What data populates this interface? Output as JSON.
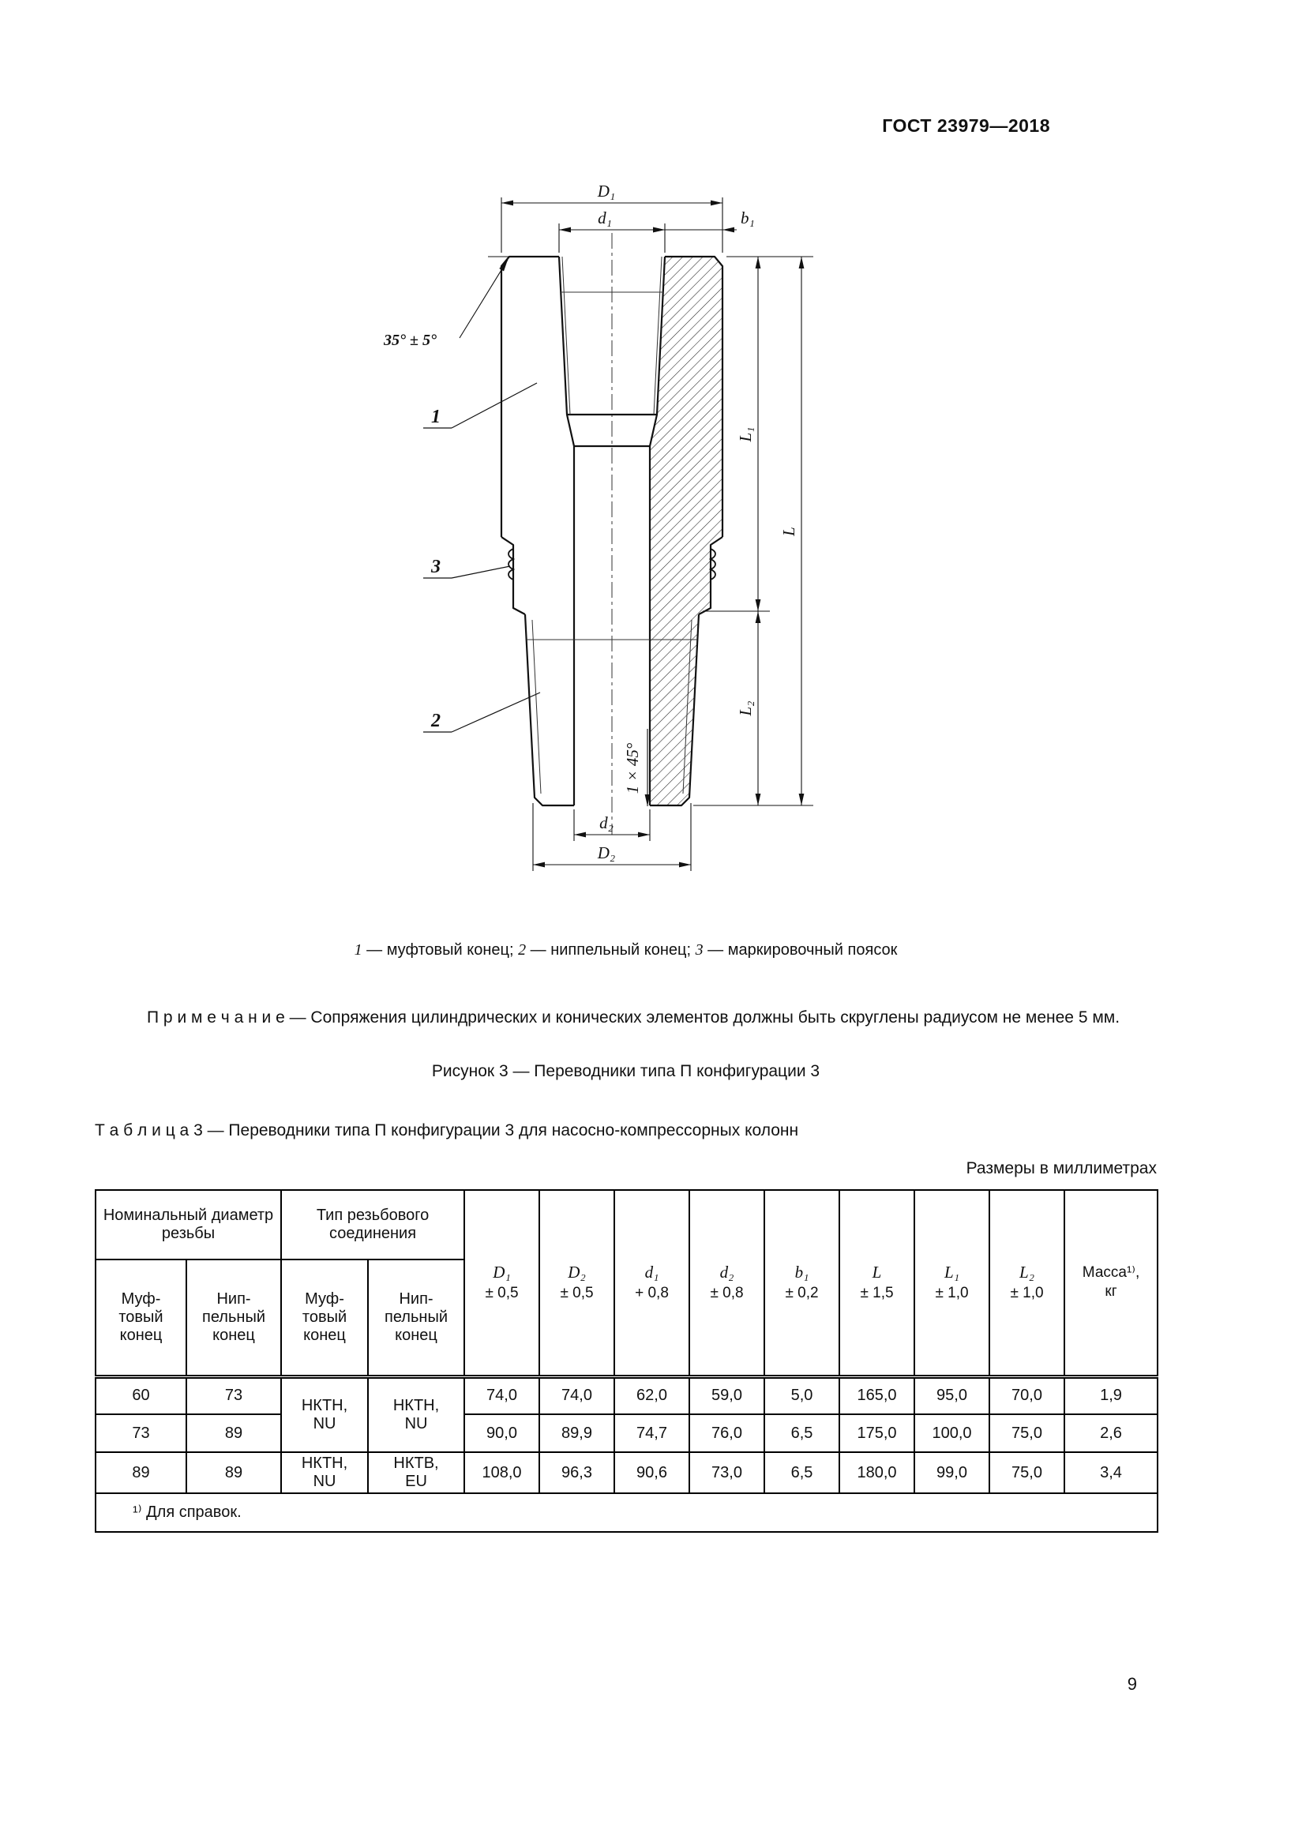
{
  "doc": {
    "header": "ГОСТ 23979—2018",
    "page_number": "9"
  },
  "figure": {
    "dims": {
      "D1": "D₁",
      "d1": "d₁",
      "b1": "b₁",
      "L1": "L₁",
      "L": "L",
      "L2": "L₂",
      "d2": "d₂",
      "D2": "D₂",
      "angle": "35° ± 5°",
      "chamfer": "1 × 45°"
    },
    "callouts": {
      "c1": "1",
      "c2": "2",
      "c3": "3"
    },
    "legend": {
      "items": [
        {
          "num": "1",
          "text": " — муфтовый конец; "
        },
        {
          "num": "2",
          "text": " — ниппельный конец; "
        },
        {
          "num": "3",
          "text": " — маркировочный поясок"
        }
      ]
    },
    "note": "П р и м е ч а н и е — Сопряжения цилиндрических и конических элементов должны быть скруглены радиусом не менее 5 мм.",
    "caption": "Рисунок 3 — Переводники типа П конфигурации 3"
  },
  "table": {
    "caption": "Т а б л и ц а 3 — Переводники типа П конфигурации 3 для насосно-компрессорных колонн",
    "units": "Размеры в миллиметрах",
    "group_headers": [
      "Номинальный диаметр резьбы",
      "Тип резьбового соединения"
    ],
    "sub_headers": [
      "Муф-\nтовый\nконец",
      "Нип-\nпельный\nконец",
      "Муф-\nтовый\nконец",
      "Нип-\nпельный\nконец"
    ],
    "dim_cols": [
      {
        "sym": "D₁",
        "tol": "± 0,5"
      },
      {
        "sym": "D₂",
        "tol": "± 0,5"
      },
      {
        "sym": "d₁",
        "tol": "+ 0,8"
      },
      {
        "sym": "d₂",
        "tol": "± 0,8"
      },
      {
        "sym": "b₁",
        "tol": "± 0,2"
      },
      {
        "sym": "L",
        "tol": "± 1,5"
      },
      {
        "sym": "L₁",
        "tol": "± 1,0"
      },
      {
        "sym": "L₂",
        "tol": "± 1,0"
      },
      {
        "sym": "Масса¹⁾,",
        "tol": "кг"
      }
    ],
    "rows": [
      [
        "60",
        "73",
        "НКТН,\nNU",
        "НКТН,\nNU",
        "74,0",
        "74,0",
        "62,0",
        "59,0",
        "5,0",
        "165,0",
        "95,0",
        "70,0",
        "1,9"
      ],
      [
        "73",
        "89",
        "90,0",
        "89,9",
        "74,7",
        "76,0",
        "6,5",
        "175,0",
        "100,0",
        "75,0",
        "2,6"
      ],
      [
        "89",
        "89",
        "НКТН,\nNU",
        "НКТВ,\nEU",
        "108,0",
        "96,3",
        "90,6",
        "73,0",
        "6,5",
        "180,0",
        "99,0",
        "75,0",
        "3,4"
      ]
    ],
    "footnote": "¹⁾ Для справок."
  }
}
